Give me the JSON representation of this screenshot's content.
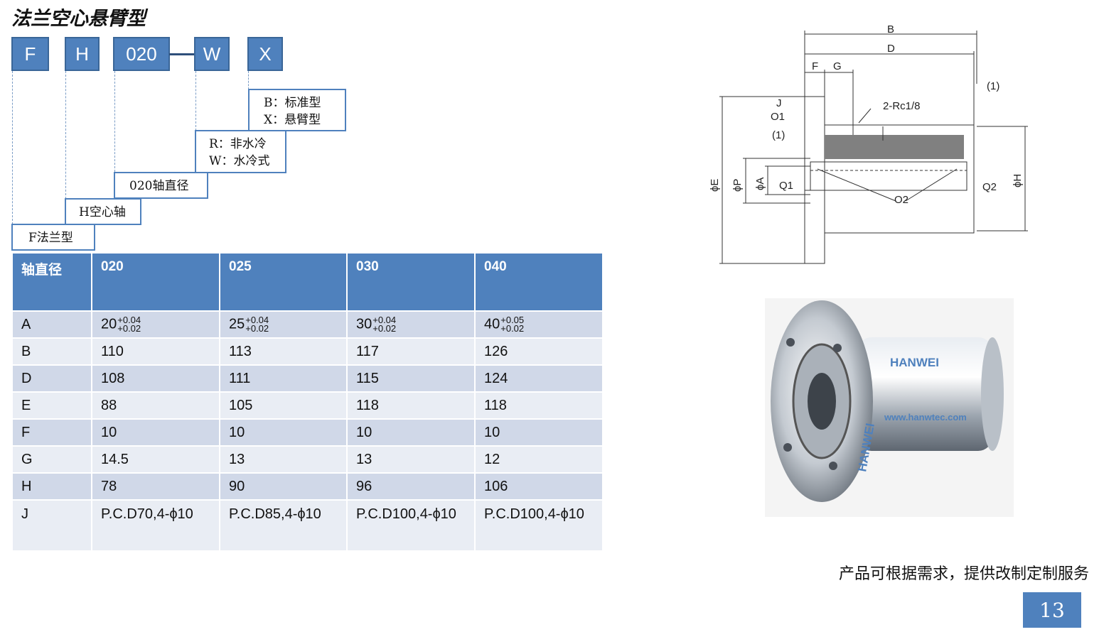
{
  "title": "法兰空心悬臂型",
  "code": [
    "F",
    "H",
    "020",
    "W",
    "X"
  ],
  "callouts": {
    "x": [
      "B：标准型",
      "X：悬臂型"
    ],
    "w": [
      "R：非水冷",
      "W：水冷式"
    ],
    "diameter": "020轴直径",
    "h": "H空心轴",
    "f": "F法兰型"
  },
  "table": {
    "headers": [
      "轴直径",
      "020",
      "025",
      "030",
      "040"
    ],
    "rowA": {
      "label": "A",
      "cells": [
        {
          "base": "20",
          "up": "+0.04",
          "down": "+0.02"
        },
        {
          "base": "25",
          "up": "+0.04",
          "down": "+0.02"
        },
        {
          "base": "30",
          "up": "+0.04",
          "down": "+0.02"
        },
        {
          "base": "40",
          "up": "+0.05",
          "down": "+0.02"
        }
      ]
    },
    "rows": [
      [
        "B",
        "110",
        "113",
        "117",
        "126"
      ],
      [
        "D",
        "108",
        "111",
        "115",
        "124"
      ],
      [
        "E",
        "88",
        "105",
        "118",
        "118"
      ],
      [
        "F",
        "10",
        "10",
        "10",
        "10"
      ],
      [
        "G",
        "14.5",
        "13",
        "13",
        "12"
      ],
      [
        "H",
        "78",
        "90",
        "96",
        "106"
      ],
      [
        "J",
        "P.C.D70,4-ϕ10",
        "P.C.D85,4-ϕ10",
        "P.C.D100,4-ϕ10",
        "P.C.D100,4-ϕ10"
      ]
    ]
  },
  "drawing_labels": {
    "B": "B",
    "D": "D",
    "F": "F",
    "G": "G",
    "one": "(1)",
    "J": "J",
    "O1": "O1",
    "rc": "2-Rc1/8",
    "E": "ϕE",
    "P": "ϕP",
    "A": "ϕA",
    "Q1": "Q1",
    "O2": "O2",
    "Q2": "Q2",
    "H": "ϕH"
  },
  "photo": {
    "brand": "HANWEI",
    "url": "www.hanwtec.com"
  },
  "footer_note": "产品可根据需求，提供改制定制服务",
  "page_number": "13",
  "colors": {
    "accent": "#4f81bd",
    "row_odd": "#d0d8e8",
    "row_even": "#e9edf4"
  }
}
